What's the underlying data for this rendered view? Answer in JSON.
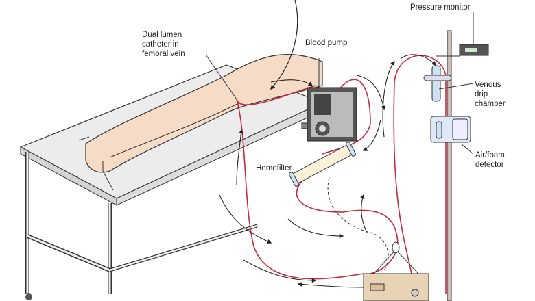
{
  "labels": {
    "pressure_monitor": "Pressure monitor",
    "catheter": "Dual lumen\ncatheter in\nfemoral vein",
    "blood_pump": "Blood pump",
    "venous_drip_chamber": "Venous\ndrip\nchamber",
    "air_foam_detector": "Air/foam\ndetector",
    "hemofilter": "Hemofilter"
  },
  "colors": {
    "blood_line": "#c8283c",
    "skin": "#f6dcc6",
    "table": "#e4e4e4",
    "pump": "#444444"
  }
}
